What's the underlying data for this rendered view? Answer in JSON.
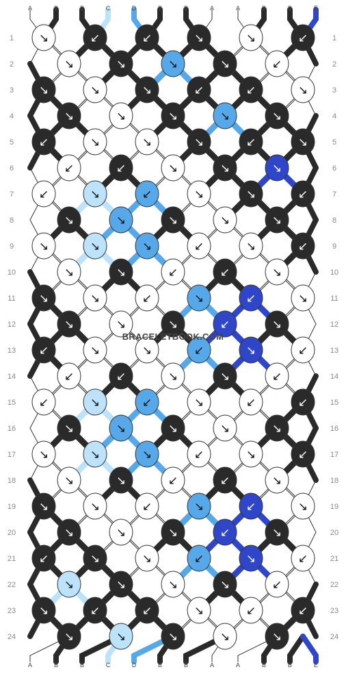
{
  "watermark": "BRACELETBOOK.COM",
  "colors": {
    "A": "#ffffff",
    "B": "#2a2a2a",
    "C": "#bde3fb",
    "D": "#57a8e8",
    "E": "#2f46c8",
    "outline": "#333333",
    "row_label": "#888888"
  },
  "strands_top": [
    "A",
    "B",
    "B",
    "C",
    "D",
    "B",
    "B",
    "A",
    "A",
    "B",
    "B",
    "E"
  ],
  "strands_bottom": [
    "A",
    "B",
    "B",
    "C",
    "D",
    "B",
    "B",
    "A",
    "A",
    "B",
    "B",
    "E"
  ],
  "row_labels": [
    "1",
    "2",
    "3",
    "4",
    "5",
    "6",
    "7",
    "8",
    "9",
    "10",
    "11",
    "12",
    "13",
    "14",
    "15",
    "16",
    "17",
    "18",
    "19",
    "20",
    "21",
    "22",
    "23",
    "24"
  ],
  "knot_rows": [
    [
      [
        "A",
        "↘"
      ],
      [
        "B",
        "↙"
      ],
      [
        "B",
        "↙"
      ],
      [
        "B",
        "↘"
      ],
      [
        "A",
        "↘"
      ],
      [
        "B",
        "↙"
      ]
    ],
    [
      [
        "A",
        "↘"
      ],
      [
        "B",
        "↘"
      ],
      [
        "D",
        "↘"
      ],
      [
        "B",
        "↘"
      ],
      [
        "A",
        "↙"
      ]
    ],
    [
      [
        "B",
        "↘"
      ],
      [
        "A",
        "↘"
      ],
      [
        "B",
        "↘"
      ],
      [
        "B",
        "↙"
      ],
      [
        "B",
        "↙"
      ],
      [
        "A",
        "↘"
      ]
    ],
    [
      [
        "B",
        "↘"
      ],
      [
        "A",
        "↘"
      ],
      [
        "B",
        "↘"
      ],
      [
        "D",
        "↘"
      ],
      [
        "B",
        "↘"
      ]
    ],
    [
      [
        "B",
        "↙"
      ],
      [
        "A",
        "↘"
      ],
      [
        "A",
        "↘"
      ],
      [
        "B",
        "↘"
      ],
      [
        "B",
        "↙"
      ],
      [
        "B",
        "↘"
      ]
    ],
    [
      [
        "A",
        "↙"
      ],
      [
        "B",
        "↙"
      ],
      [
        "A",
        "↘"
      ],
      [
        "B",
        "↘"
      ],
      [
        "E",
        "↘"
      ]
    ],
    [
      [
        "A",
        "↙"
      ],
      [
        "C",
        "↘"
      ],
      [
        "D",
        "↙"
      ],
      [
        "A",
        "↘"
      ],
      [
        "B",
        "↘"
      ],
      [
        "B",
        "↙"
      ]
    ],
    [
      [
        "B",
        "↘"
      ],
      [
        "D",
        "↘"
      ],
      [
        "B",
        "↘"
      ],
      [
        "A",
        "↘"
      ],
      [
        "B",
        "↘"
      ]
    ],
    [
      [
        "A",
        "↘"
      ],
      [
        "C",
        "↘"
      ],
      [
        "D",
        "↘"
      ],
      [
        "A",
        "↙"
      ],
      [
        "A",
        "↘"
      ],
      [
        "B",
        "↙"
      ]
    ],
    [
      [
        "A",
        "↘"
      ],
      [
        "B",
        "↘"
      ],
      [
        "A",
        "↙"
      ],
      [
        "B",
        "↙"
      ],
      [
        "A",
        "↘"
      ]
    ],
    [
      [
        "B",
        "↘"
      ],
      [
        "A",
        "↘"
      ],
      [
        "A",
        "↙"
      ],
      [
        "D",
        "↘"
      ],
      [
        "E",
        "↙"
      ],
      [
        "A",
        "↘"
      ]
    ],
    [
      [
        "B",
        "↘"
      ],
      [
        "A",
        "↘"
      ],
      [
        "B",
        "↘"
      ],
      [
        "E",
        "↙"
      ],
      [
        "B",
        "↘"
      ]
    ],
    [
      [
        "B",
        "↙"
      ],
      [
        "A",
        "↘"
      ],
      [
        "A",
        "↘"
      ],
      [
        "D",
        "↙"
      ],
      [
        "E",
        "↘"
      ],
      [
        "A",
        "↙"
      ]
    ],
    [
      [
        "A",
        "↙"
      ],
      [
        "B",
        "↙"
      ],
      [
        "A",
        "↘"
      ],
      [
        "B",
        "↘"
      ],
      [
        "A",
        "↙"
      ]
    ],
    [
      [
        "A",
        "↙"
      ],
      [
        "C",
        "↘"
      ],
      [
        "D",
        "↙"
      ],
      [
        "A",
        "↘"
      ],
      [
        "A",
        "↙"
      ],
      [
        "B",
        "↙"
      ]
    ],
    [
      [
        "B",
        "↘"
      ],
      [
        "D",
        "↘"
      ],
      [
        "B",
        "↘"
      ],
      [
        "A",
        "↘"
      ],
      [
        "B",
        "↘"
      ]
    ],
    [
      [
        "A",
        "↘"
      ],
      [
        "C",
        "↘"
      ],
      [
        "D",
        "↘"
      ],
      [
        "A",
        "↙"
      ],
      [
        "A",
        "↘"
      ],
      [
        "B",
        "↙"
      ]
    ],
    [
      [
        "A",
        "↘"
      ],
      [
        "B",
        "↘"
      ],
      [
        "A",
        "↙"
      ],
      [
        "B",
        "↙"
      ],
      [
        "A",
        "↘"
      ]
    ],
    [
      [
        "B",
        "↘"
      ],
      [
        "A",
        "↘"
      ],
      [
        "A",
        "↙"
      ],
      [
        "D",
        "↘"
      ],
      [
        "E",
        "↙"
      ],
      [
        "A",
        "↘"
      ]
    ],
    [
      [
        "B",
        "↘"
      ],
      [
        "A",
        "↘"
      ],
      [
        "B",
        "↘"
      ],
      [
        "E",
        "↙"
      ],
      [
        "B",
        "↘"
      ]
    ],
    [
      [
        "B",
        "↙"
      ],
      [
        "B",
        "↘"
      ],
      [
        "A",
        "↘"
      ],
      [
        "D",
        "↙"
      ],
      [
        "E",
        "↘"
      ],
      [
        "A",
        "↙"
      ]
    ],
    [
      [
        "C",
        "↘"
      ],
      [
        "B",
        "↘"
      ],
      [
        "A",
        "↘"
      ],
      [
        "B",
        "↘"
      ],
      [
        "A",
        "↙"
      ]
    ],
    [
      [
        "B",
        "↘"
      ],
      [
        "B",
        "↙"
      ],
      [
        "B",
        "↙"
      ],
      [
        "A",
        "↘"
      ],
      [
        "A",
        "↙"
      ],
      [
        "B",
        "↙"
      ]
    ],
    [
      [
        "B",
        "↘"
      ],
      [
        "C",
        "↘"
      ],
      [
        "B",
        "↘"
      ],
      [
        "A",
        "↘"
      ],
      [
        "B",
        "↘"
      ]
    ]
  ]
}
